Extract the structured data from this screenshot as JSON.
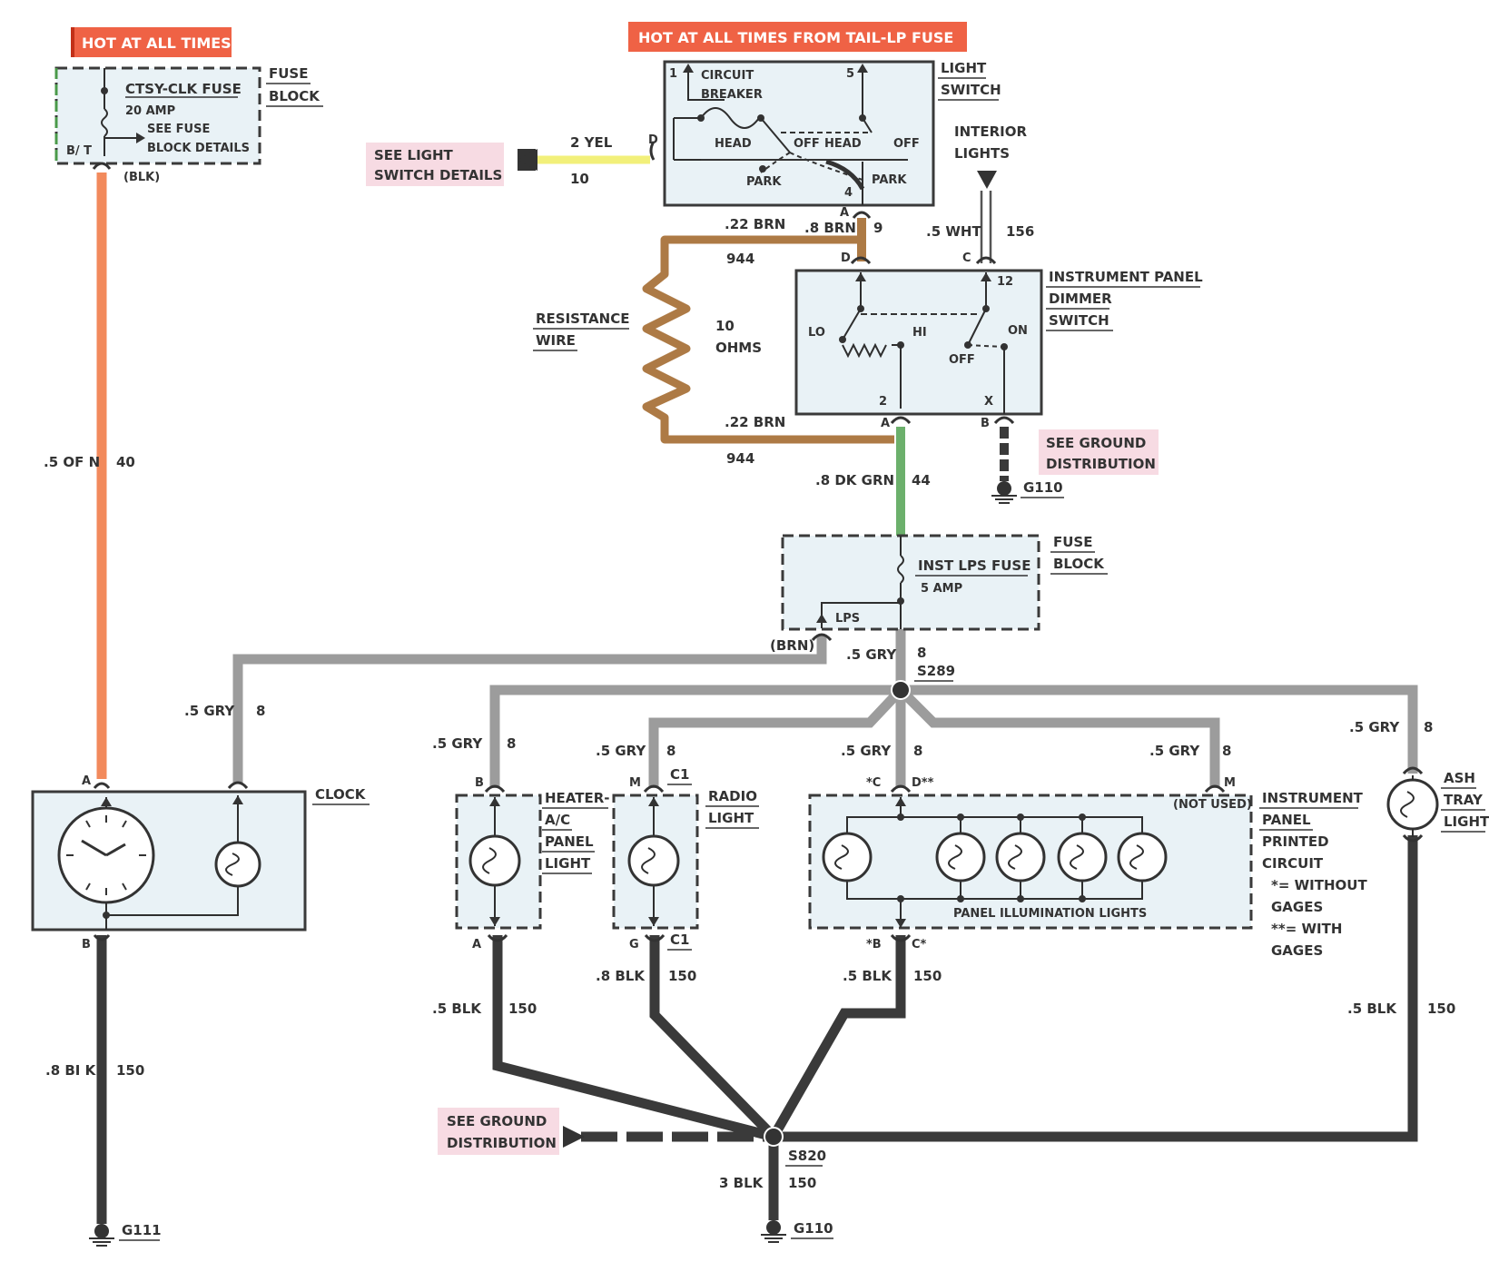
{
  "colors": {
    "orange": "#f28a5c",
    "gray": "#9c9c9c",
    "black": "#3a3a3a",
    "brown": "#ad7a45",
    "green": "#6cb06c",
    "yellow": "#f2f07a",
    "hot_banner": "#ef6245",
    "see_box": "#f7dbe3",
    "component_fill": "#e9f2f6"
  },
  "banners": {
    "hot_left": "HOT AT ALL TIMES",
    "hot_top": "HOT AT ALL TIMES FROM TAIL-LP FUSE"
  },
  "fuse_block_top": {
    "name1": "FUSE",
    "name2": "BLOCK",
    "fuse": "CTSY-CLK FUSE",
    "amp": "20 AMP",
    "note1": "SEE FUSE",
    "note2": "BLOCK DETAILS",
    "terminal": "B/ T",
    "conn": "(BLK)"
  },
  "light_switch": {
    "name1": "LIGHT",
    "name2": "SWITCH",
    "cb1": "CIRCUIT",
    "cb2": "BREAKER",
    "head1": "HEAD",
    "off1": "OFF",
    "head2": "HEAD",
    "off2": "OFF",
    "park1": "PARK",
    "park2": "PARK",
    "pin1": "1",
    "pin5": "5",
    "pin4": "4",
    "pinD": "D",
    "pinA": "A"
  },
  "see_light": {
    "l1": "SEE LIGHT",
    "l2": "SWITCH DETAILS"
  },
  "yel_wire": {
    "gauge": "2 YEL",
    "circuit": "10"
  },
  "interior": {
    "l1": "INTERIOR",
    "l2": "LIGHTS"
  },
  "wht_wire": {
    "gauge": ".5 WHT",
    "circuit": "156"
  },
  "brn_wire": {
    "gauge": ".8 BRN",
    "circuit": "9"
  },
  "res_wire": {
    "gauge_top": ".22 BRN",
    "circuit_top": "944",
    "gauge_bot": ".22 BRN",
    "circuit_bot": "944",
    "l1": "RESISTANCE",
    "l2": "WIRE",
    "ohm1": "10",
    "ohm2": "OHMS"
  },
  "dimmer": {
    "name1": "INSTRUMENT PANEL",
    "name2": "DIMMER",
    "name3": "SWITCH",
    "lo": "LO",
    "hi": "HI",
    "on": "ON",
    "off": "OFF",
    "pinD": "D",
    "pinC": "C",
    "pin12": "12",
    "pin2": "2",
    "pinX": "X",
    "pinA": "A",
    "pinB": "B"
  },
  "see_ground_top": {
    "l1": "SEE GROUND",
    "l2": "DISTRIBUTION",
    "ground": "G110"
  },
  "grn_wire": {
    "gauge": ".8 DK GRN",
    "circuit": "44"
  },
  "fuse_block_mid": {
    "name1": "FUSE",
    "name2": "BLOCK",
    "fuse": "INST LPS FUSE",
    "amp": "5 AMP",
    "lps": "LPS",
    "conn": "(BRN)"
  },
  "gray_main": {
    "gauge": ".5 GRY",
    "circuit": "8",
    "splice": "S289"
  },
  "orange_wire": {
    "gauge": ".5 OF N",
    "circuit": "40"
  },
  "clock": {
    "name": "CLOCK",
    "pinA": "A",
    "pinB": "B",
    "gauge": ".5 GRY",
    "circuit": "8"
  },
  "clock_ground": {
    "gauge": ".8 BI K",
    "circuit": "150",
    "ground": "G111"
  },
  "heater": {
    "l1": "HEATER-",
    "l2": "A/C",
    "l3": "PANEL",
    "l4": "LIGHT",
    "pinB": "B",
    "pinA": "A",
    "gauge": ".5 GRY",
    "circuit": "8",
    "gnd_gauge": ".5 BLK",
    "gnd_circuit": "150"
  },
  "radio": {
    "l1": "RADIO",
    "l2": "LIGHT",
    "pinM": "M",
    "c1_top": "C1",
    "pinG": "G",
    "c1_bot": "C1",
    "gauge": ".5 GRY",
    "circuit": "8",
    "gnd_gauge": ".8 BLK",
    "gnd_circuit": "150"
  },
  "ip_circuit": {
    "l1": "INSTRUMENT",
    "l2": "PANEL",
    "l3": "PRINTED",
    "l4": "CIRCUIT",
    "n1": "*= WITHOUT",
    "n2": "GAGES",
    "n3": "**= WITH",
    "n4": "GAGES",
    "pinC": "*C",
    "pinD": "D**",
    "pinM": "M",
    "not_used": "(NOT USED)",
    "pinB": "*B",
    "pinC2": "C*",
    "lights": "PANEL ILLUMINATION LIGHTS",
    "gauge1": ".5 GRY",
    "circuit1": "8",
    "gauge2": ".5 GRY",
    "circuit2": "8",
    "gnd_gauge": ".5 BLK",
    "gnd_circuit": "150"
  },
  "ash": {
    "l1": "ASH",
    "l2": "TRAY",
    "l3": "LIGHT",
    "gauge": ".5 GRY",
    "circuit": "8",
    "gnd_gauge": ".5 BLK",
    "gnd_circuit": "150"
  },
  "see_ground_bot": {
    "l1": "SEE GROUND",
    "l2": "DISTRIBUTION"
  },
  "splice_bottom": {
    "name": "S820",
    "gauge": "3 BLK",
    "circuit": "150",
    "ground": "G110"
  }
}
